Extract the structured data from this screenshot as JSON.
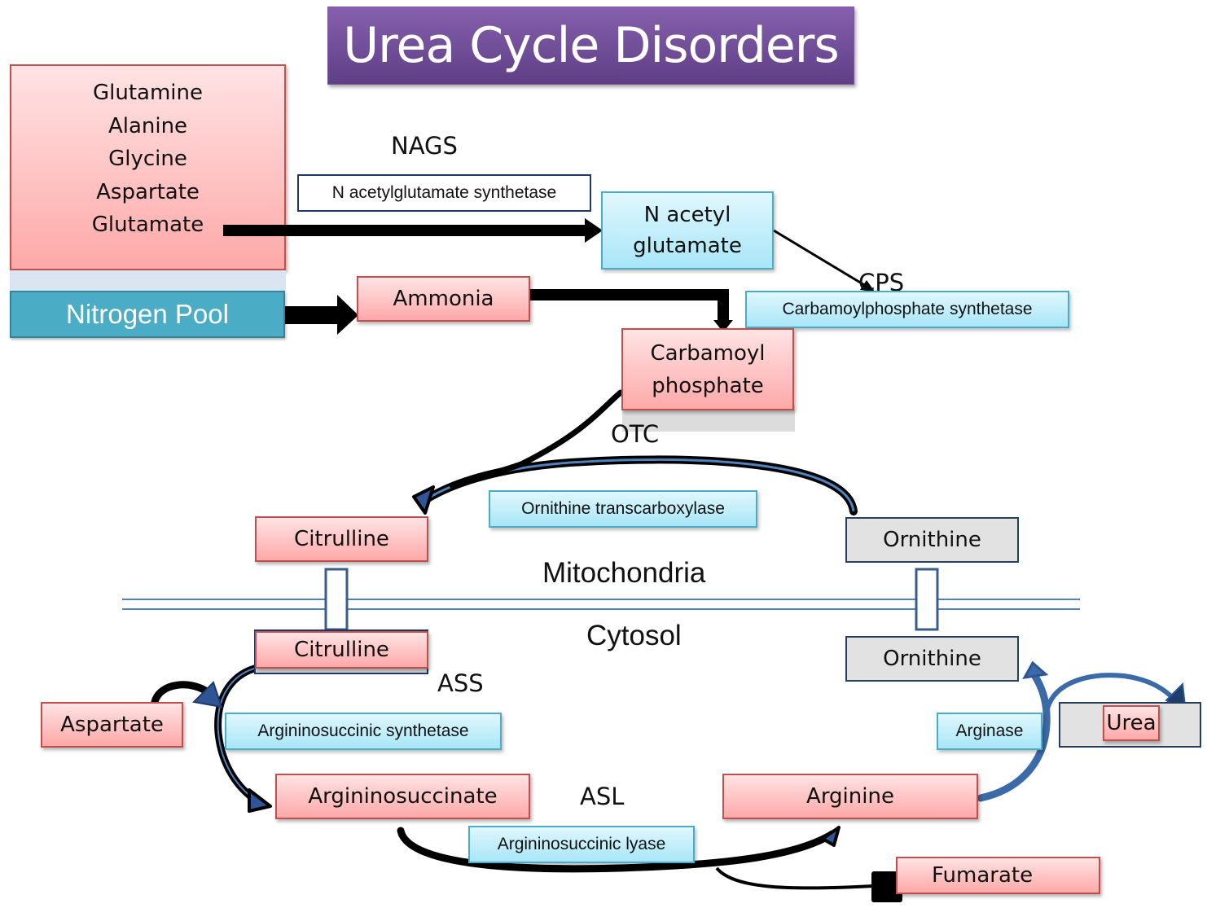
{
  "title": "Urea Cycle Disorders",
  "nitrogen_sources": [
    "Glutamine",
    "Alanine",
    "Glycine",
    "Aspartate",
    "Glutamate"
  ],
  "nitrogen_pool": "Nitrogen Pool",
  "compartments": {
    "upper": "Mitochondria",
    "lower": "Cytosol"
  },
  "enzymes": {
    "nags": {
      "abbr": "NAGS",
      "name": "N acetylglutamate synthetase"
    },
    "cps": {
      "abbr": "CPS",
      "name": "Carbamoylphosphate synthetase"
    },
    "otc": {
      "abbr": "OTC",
      "name": "Ornithine transcarboxylase"
    },
    "ass": {
      "abbr": "ASS",
      "name": "Argininosuccinic synthetase"
    },
    "asl": {
      "abbr": "ASL",
      "name": "Argininosuccinic lyase"
    },
    "arginase": {
      "name": "Arginase"
    }
  },
  "metabolites": {
    "n_acetyl_glutamate": [
      "N acetyl",
      "glutamate"
    ],
    "ammonia": "Ammonia",
    "carbamoyl_phosphate": [
      "Carbamoyl",
      "phosphate"
    ],
    "citrulline_mito": "Citrulline",
    "ornithine_mito": "Ornithine",
    "citrulline_cyto": "Citrulline",
    "ornithine_cyto": "Ornithine",
    "aspartate": "Aspartate",
    "argininosuccinate": "Argininosuccinate",
    "arginine": "Arginine",
    "urea": "Urea",
    "fumarate": "Fumarate"
  },
  "colors": {
    "title_bg": "#7b57a3",
    "metabolite_fill": "#fdb8b8",
    "metabolite_border": "#c0504d",
    "enzyme_fill": "#b7ecf9",
    "enzyme_border": "#4bacc6",
    "nitrogen_pool_fill": "#4bacc6",
    "membrane": "#4f81bd",
    "arrow_blue": "#3a6aa8"
  }
}
